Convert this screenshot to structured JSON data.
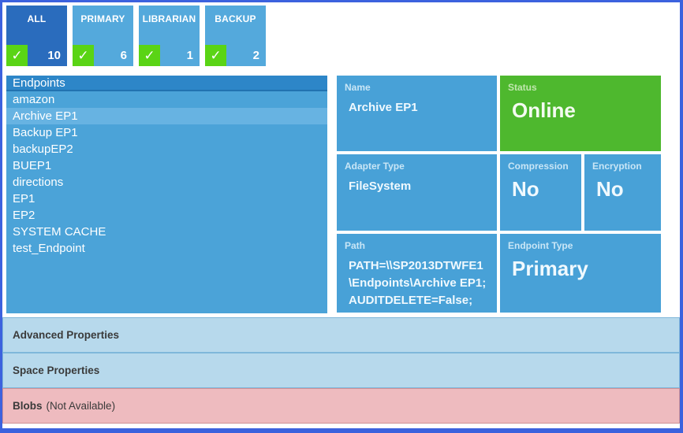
{
  "colors": {
    "frame_border": "#3c62de",
    "active_filter_tile": "#2a6cbd",
    "filter_tile": "#54a9dc",
    "detail_tile": "#48a1d7",
    "status_online_green": "#4eb82e",
    "check_green": "#5ad415",
    "section_blue": "#b7d9ec",
    "section_unavailable_pink": "#eebbbf"
  },
  "check_glyph": "✓",
  "filter_tiles": [
    {
      "label": "ALL",
      "count": "10",
      "active": true
    },
    {
      "label": "PRIMARY",
      "count": "6",
      "active": false
    },
    {
      "label": "LIBRARIAN",
      "count": "1",
      "active": false
    },
    {
      "label": "BACKUP",
      "count": "2",
      "active": false
    }
  ],
  "endpoints": {
    "title": "Endpoints",
    "selected": "Archive EP1",
    "items": [
      "amazon",
      "Archive EP1",
      "Backup EP1",
      "backupEP2",
      "BUEP1",
      "directions",
      "EP1",
      "EP2",
      "SYSTEM CACHE",
      "test_Endpoint"
    ]
  },
  "details": {
    "name": {
      "label": "Name",
      "value": "Archive EP1"
    },
    "status": {
      "label": "Status",
      "value": "Online"
    },
    "adapter_type": {
      "label": "Adapter Type",
      "value": "FileSystem"
    },
    "compression": {
      "label": "Compression",
      "value": "No"
    },
    "encryption": {
      "label": "Encryption",
      "value": "No"
    },
    "path": {
      "label": "Path",
      "value": "PATH=\\\\SP2013DTWFE1\\Endpoints\\Archive EP1;AUDITDELETE=False;"
    },
    "endpoint_type": {
      "label": "Endpoint Type",
      "value": "Primary"
    }
  },
  "sections": [
    {
      "title": "Advanced Properties",
      "note": ""
    },
    {
      "title": "Space Properties",
      "note": ""
    },
    {
      "title": "Blobs",
      "note": "(Not Available)"
    }
  ]
}
